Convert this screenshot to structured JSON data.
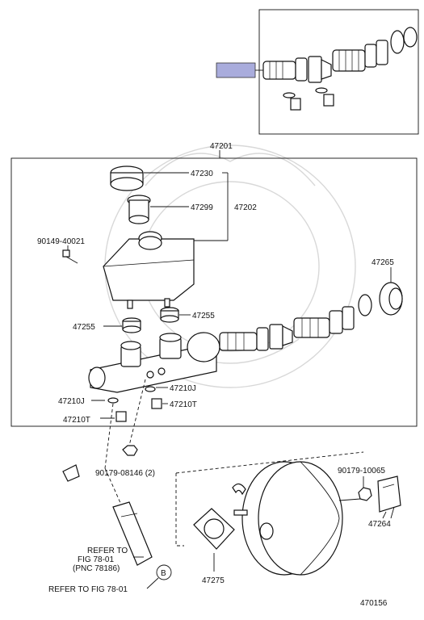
{
  "labels": {
    "asm": "47201",
    "cap": "47230",
    "strainer": "47299",
    "reservoir": "47202",
    "bolt": "90149-40021",
    "seal": "47265",
    "grommet_r": "47255",
    "grommet_l": "47255",
    "plug_j_r": "47210J",
    "plug_t_r": "47210T",
    "plug_j_l": "47210J",
    "plug_t_l": "47210T",
    "nut": "90179-08146 (2)",
    "nut2": "90179-10065",
    "bracket": "47264",
    "gasket": "47275",
    "ref1_l1": "REFER TO",
    "ref1_l2": "FIG 78-01",
    "ref1_l3": "(PNC 78186)",
    "ref2": "REFER TO FIG 78-01",
    "callout_b": "B",
    "diagram_no": "470156"
  },
  "highlight_color": "#a9acdc",
  "line_color": "#111111",
  "icons": [
    "kit-piston-icon",
    "master-cylinder-icon",
    "brake-booster-icon",
    "reservoir-icon",
    "cap-icon"
  ]
}
